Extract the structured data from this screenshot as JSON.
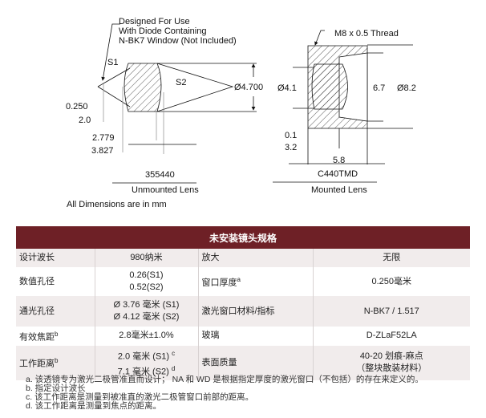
{
  "drawing": {
    "unmounted": {
      "note": [
        "Designed For Use",
        "With Diode Containing",
        "N-BK7 Window (Not Included)"
      ],
      "s1": "S1",
      "s2": "S2",
      "diameter": "Ø4.700",
      "d1": "0.250",
      "d2": "2.0",
      "d3": "2.779",
      "d4": "3.827",
      "part": "355440",
      "caption": "Unmounted Lens"
    },
    "mounted": {
      "thread": "M8 x 0.5 Thread",
      "d_in": "Ø4.1",
      "h": "6.7",
      "d_out": "Ø8.2",
      "d1": "0.1",
      "d2": "3.2",
      "len": "5.8",
      "part": "C440TMD",
      "caption": "Mounted Lens"
    },
    "units": "All Dimensions are in mm"
  },
  "table": {
    "title": "未安装镜头规格",
    "rows": [
      {
        "l1": "设计波长",
        "v1": [
          "980纳米"
        ],
        "l2": "放大",
        "v2": [
          "无限"
        ]
      },
      {
        "l1": "数值孔径",
        "v1": [
          "0.26(S1)",
          "0.52(S2)"
        ],
        "l2": "窗口厚度",
        "sup2": "a",
        "v2": [
          "0.250毫米"
        ]
      },
      {
        "l1": "通光孔径",
        "v1": [
          "Ø 3.76 毫米 (S1)",
          "Ø 4.12 毫米 (S2)"
        ],
        "l2": "激光窗口材料/指标",
        "v2": [
          "N-BK7 / 1.517"
        ]
      },
      {
        "l1": "有效焦距",
        "sup1": "b",
        "v1": [
          "2.8毫米±1.0%"
        ],
        "l2": "玻璃",
        "v2": [
          "D-ZLaF52LA"
        ]
      },
      {
        "l1": "工作距离",
        "sup1": "b",
        "v1": [
          "2.0 毫米 (S1)",
          "7.1 毫米 (S2)"
        ],
        "v1sup": [
          "c",
          "d"
        ],
        "l2": "表面质量",
        "v2": [
          "40-20 划痕-麻点",
          "（整块散装材料）"
        ]
      }
    ]
  },
  "notes": [
    "a. 该透镜专为激光二极管准直而设计； NA 和 WD 是根据指定厚度的激光窗口（不包括）的存在来定义的。",
    "b. 指定设计波长",
    "c. 该工作距离是测量到被准直的激光二极管窗口前部的距离。",
    "d. 该工作距离是测量到焦点的距离。"
  ],
  "colors": {
    "header": "#6e2026",
    "row_alt": "#f1ecec"
  }
}
